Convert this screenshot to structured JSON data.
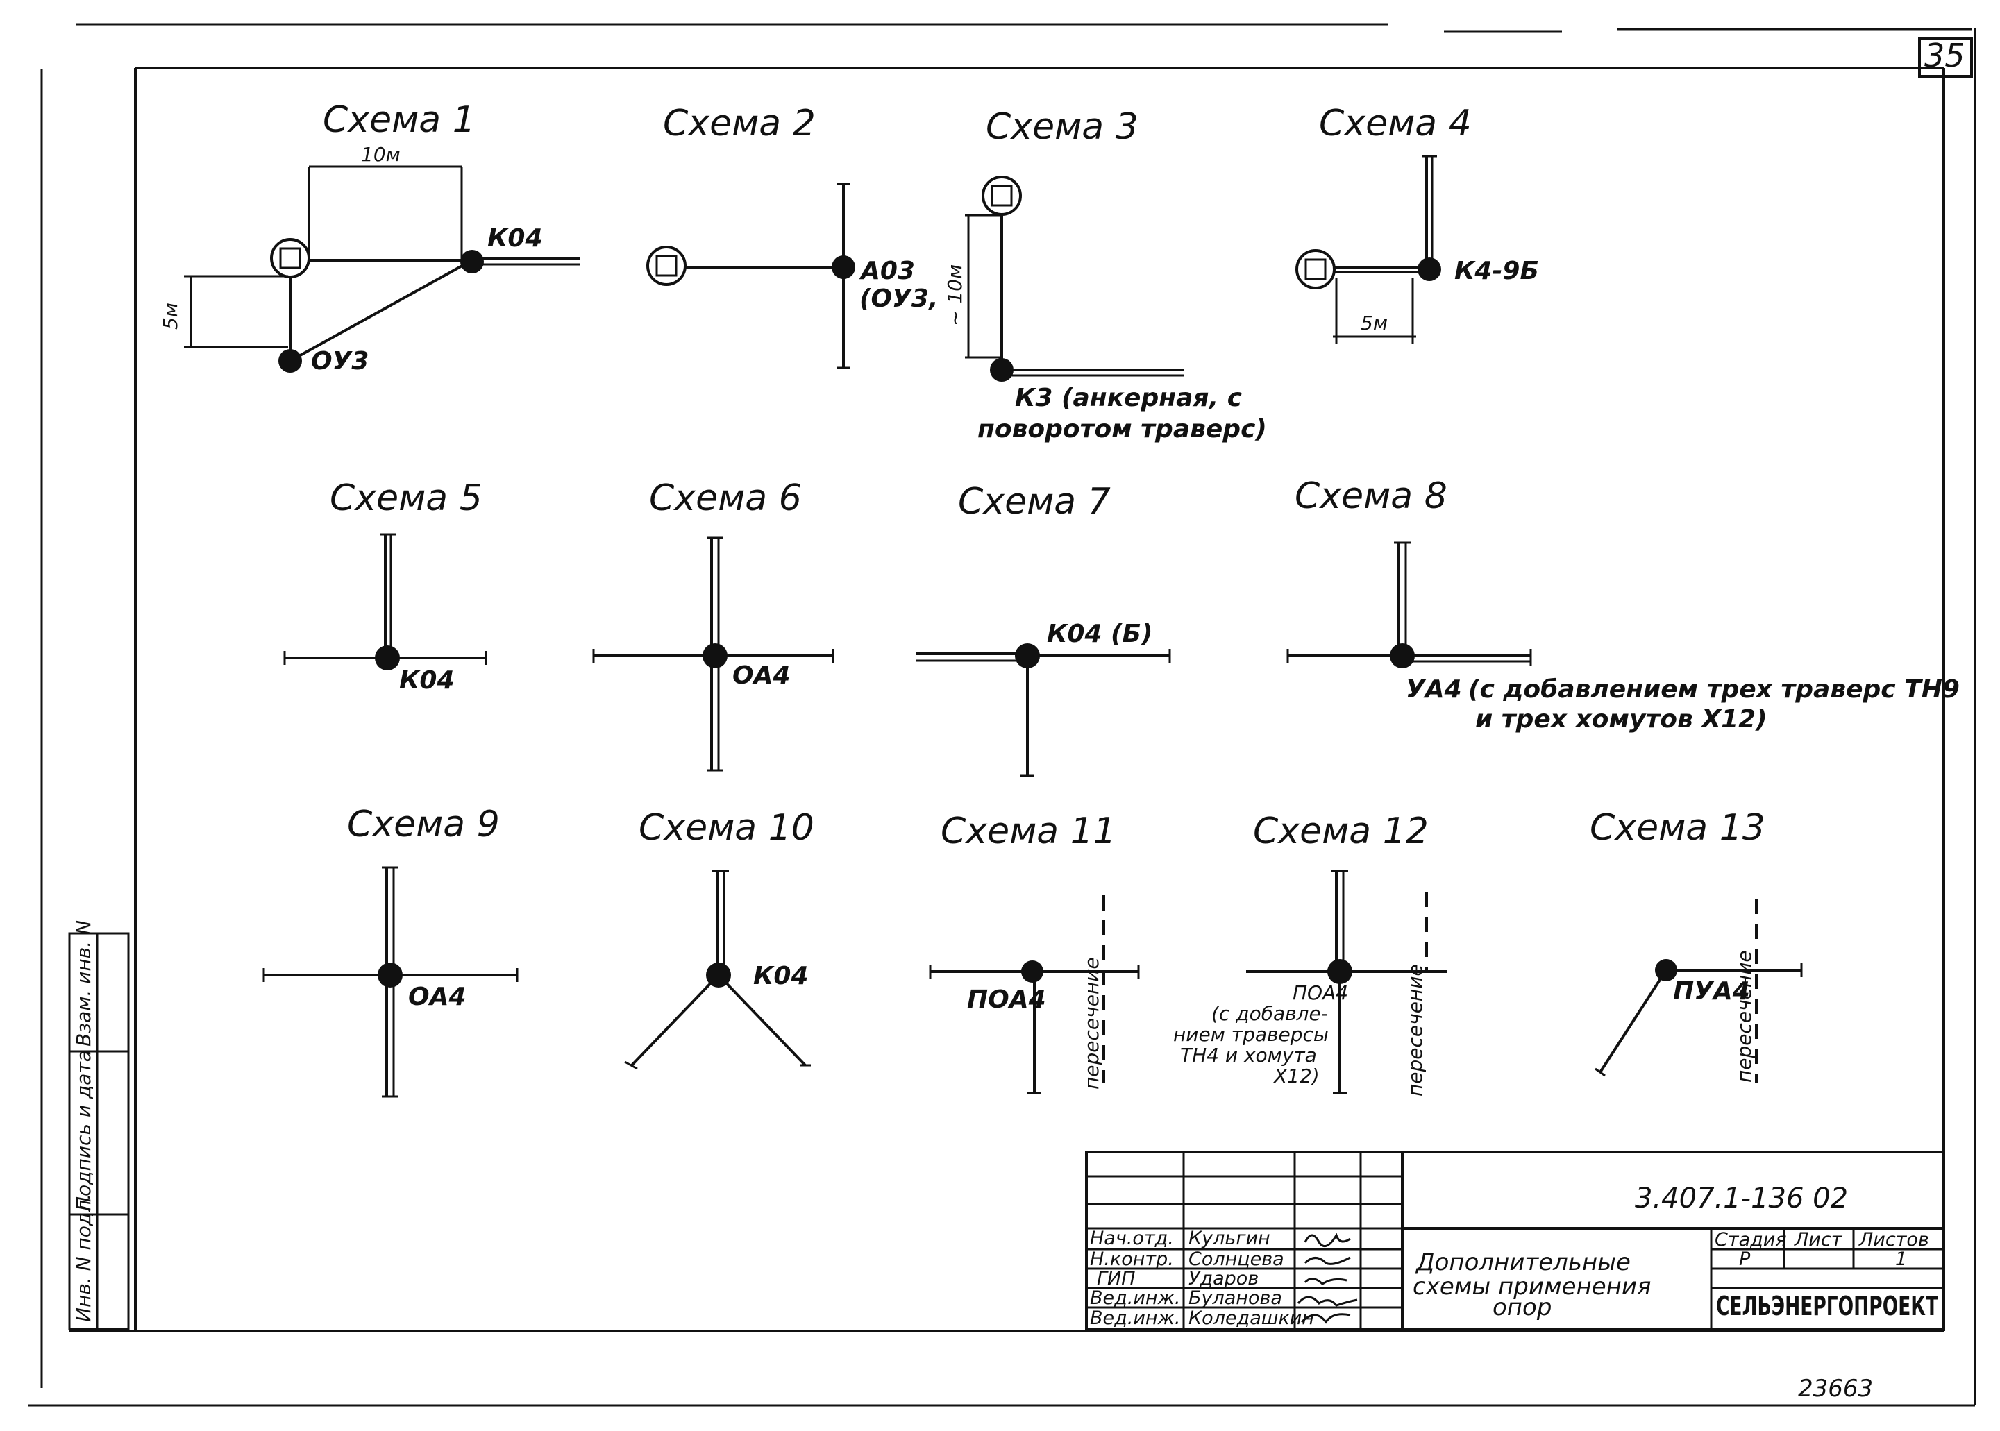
{
  "sheet_number": "35",
  "bottom_code": "23663",
  "schemes": [
    {
      "title": "Схема 1",
      "labels": [
        "10м",
        "5м",
        "К04",
        "ОУ3"
      ]
    },
    {
      "title": "Схема 2",
      "labels": [
        "А03",
        "(ОУ3,"
      ]
    },
    {
      "title": "Схема 3",
      "labels": [
        "~ 10м",
        "К3 (анкерная, с",
        "поворотом траверс)"
      ]
    },
    {
      "title": "Схема 4",
      "labels": [
        "К4-9Б",
        "5м"
      ]
    },
    {
      "title": "Схема 5",
      "labels": [
        "К04"
      ]
    },
    {
      "title": "Схема 6",
      "labels": [
        "ОА4"
      ]
    },
    {
      "title": "Схема 7",
      "labels": [
        "К04 (Б)"
      ]
    },
    {
      "title": "Схема 8",
      "labels": [
        "УА4",
        "(с добавлением трех траверс ТН9",
        "и трех хомутов Х12)"
      ]
    },
    {
      "title": "Схема 9",
      "labels": [
        "ОА4"
      ]
    },
    {
      "title": "Схема 10",
      "labels": [
        "К04"
      ]
    },
    {
      "title": "Схема 11",
      "labels": [
        "ПОА4",
        "пересечение"
      ]
    },
    {
      "title": "Схема 12",
      "labels": [
        "ПОА4",
        "(с добавле-",
        "нием траверсы",
        "ТН4 и хомута",
        "Х12)",
        "пересечение"
      ]
    },
    {
      "title": "Схема 13",
      "labels": [
        "ПУА4",
        "пересечение"
      ]
    }
  ],
  "side_stamp": [
    "Инв. N подл.",
    "Подпись и дата",
    "Взам. инв. N"
  ],
  "title_block": {
    "doc_code": "3.407.1-136 02",
    "roles": [
      "Нач.отд.",
      "Н.контр.",
      "ГИП",
      "Вед.инж.",
      "Вед.инж."
    ],
    "names": [
      "Кульгин",
      "Солнцева",
      "Ударов",
      "Буланова",
      "Коледашкин"
    ],
    "title_lines": [
      "Дополнительные",
      "схемы применения",
      "опор"
    ],
    "stage_header": "Стадия",
    "sheet_header": "Лист",
    "sheets_header": "Листов",
    "stage": "Р",
    "sheets": "1",
    "organization": "СЕЛЬЭНЕРГОПРОЕКТ"
  }
}
